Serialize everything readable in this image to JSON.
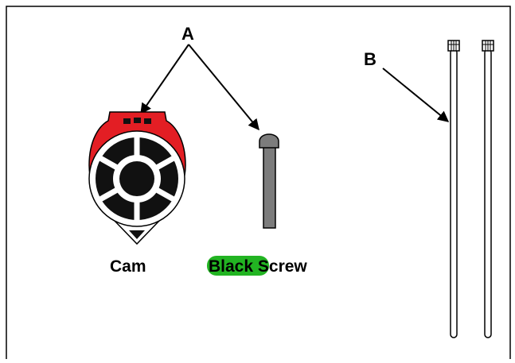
{
  "callouts": {
    "a": "A",
    "b": "B"
  },
  "labels": {
    "cam": "Cam",
    "screw_highlight": "Black",
    "screw_rest": " Screw"
  },
  "colors": {
    "frame": "#000000",
    "cam_red": "#e31e24",
    "cam_white": "#ffffff",
    "cam_black": "#111111",
    "screw_fill": "#7c7c7c",
    "highlight": "#22b422",
    "rod_fill": "#ffffff"
  },
  "icons": {
    "cam": "cam-icon",
    "screw": "black-screw-icon",
    "rods": "rod-icon"
  }
}
